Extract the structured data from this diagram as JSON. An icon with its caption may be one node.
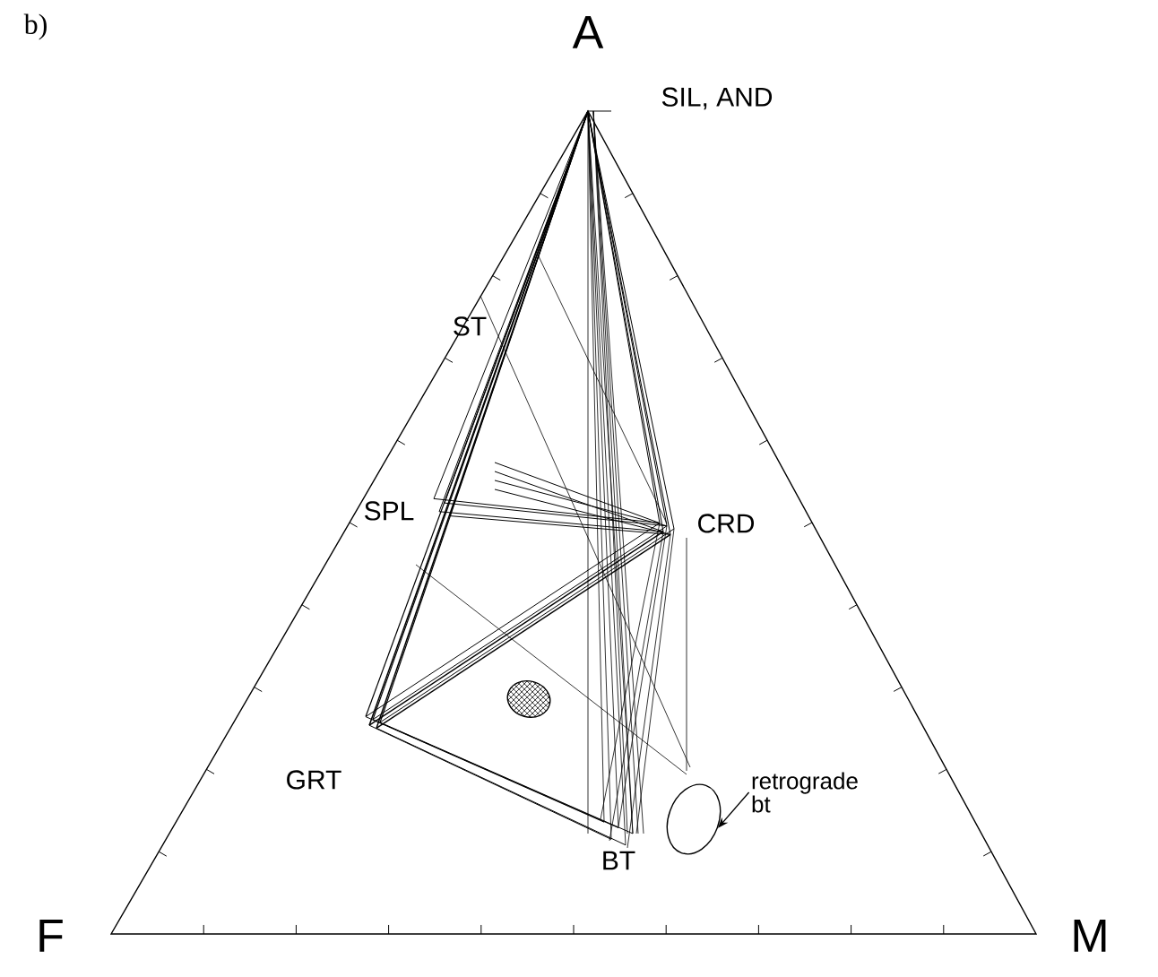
{
  "diagram": {
    "nodes": [
      {
        "text": [
          "retrograde bt"
        ]
      },
      {
        "text": [],
        "shape": "circle"
      }
    ],
    "edges": [
      {
        "from": 0,
        "to": 1,
        "arrow": "to"
      }
    ],
    "labels": [
      "b)",
      "A",
      "SIL, AND",
      "ST",
      "SPL",
      "CRD",
      "GRT",
      "BT",
      "F",
      "M"
    ]
  }
}
